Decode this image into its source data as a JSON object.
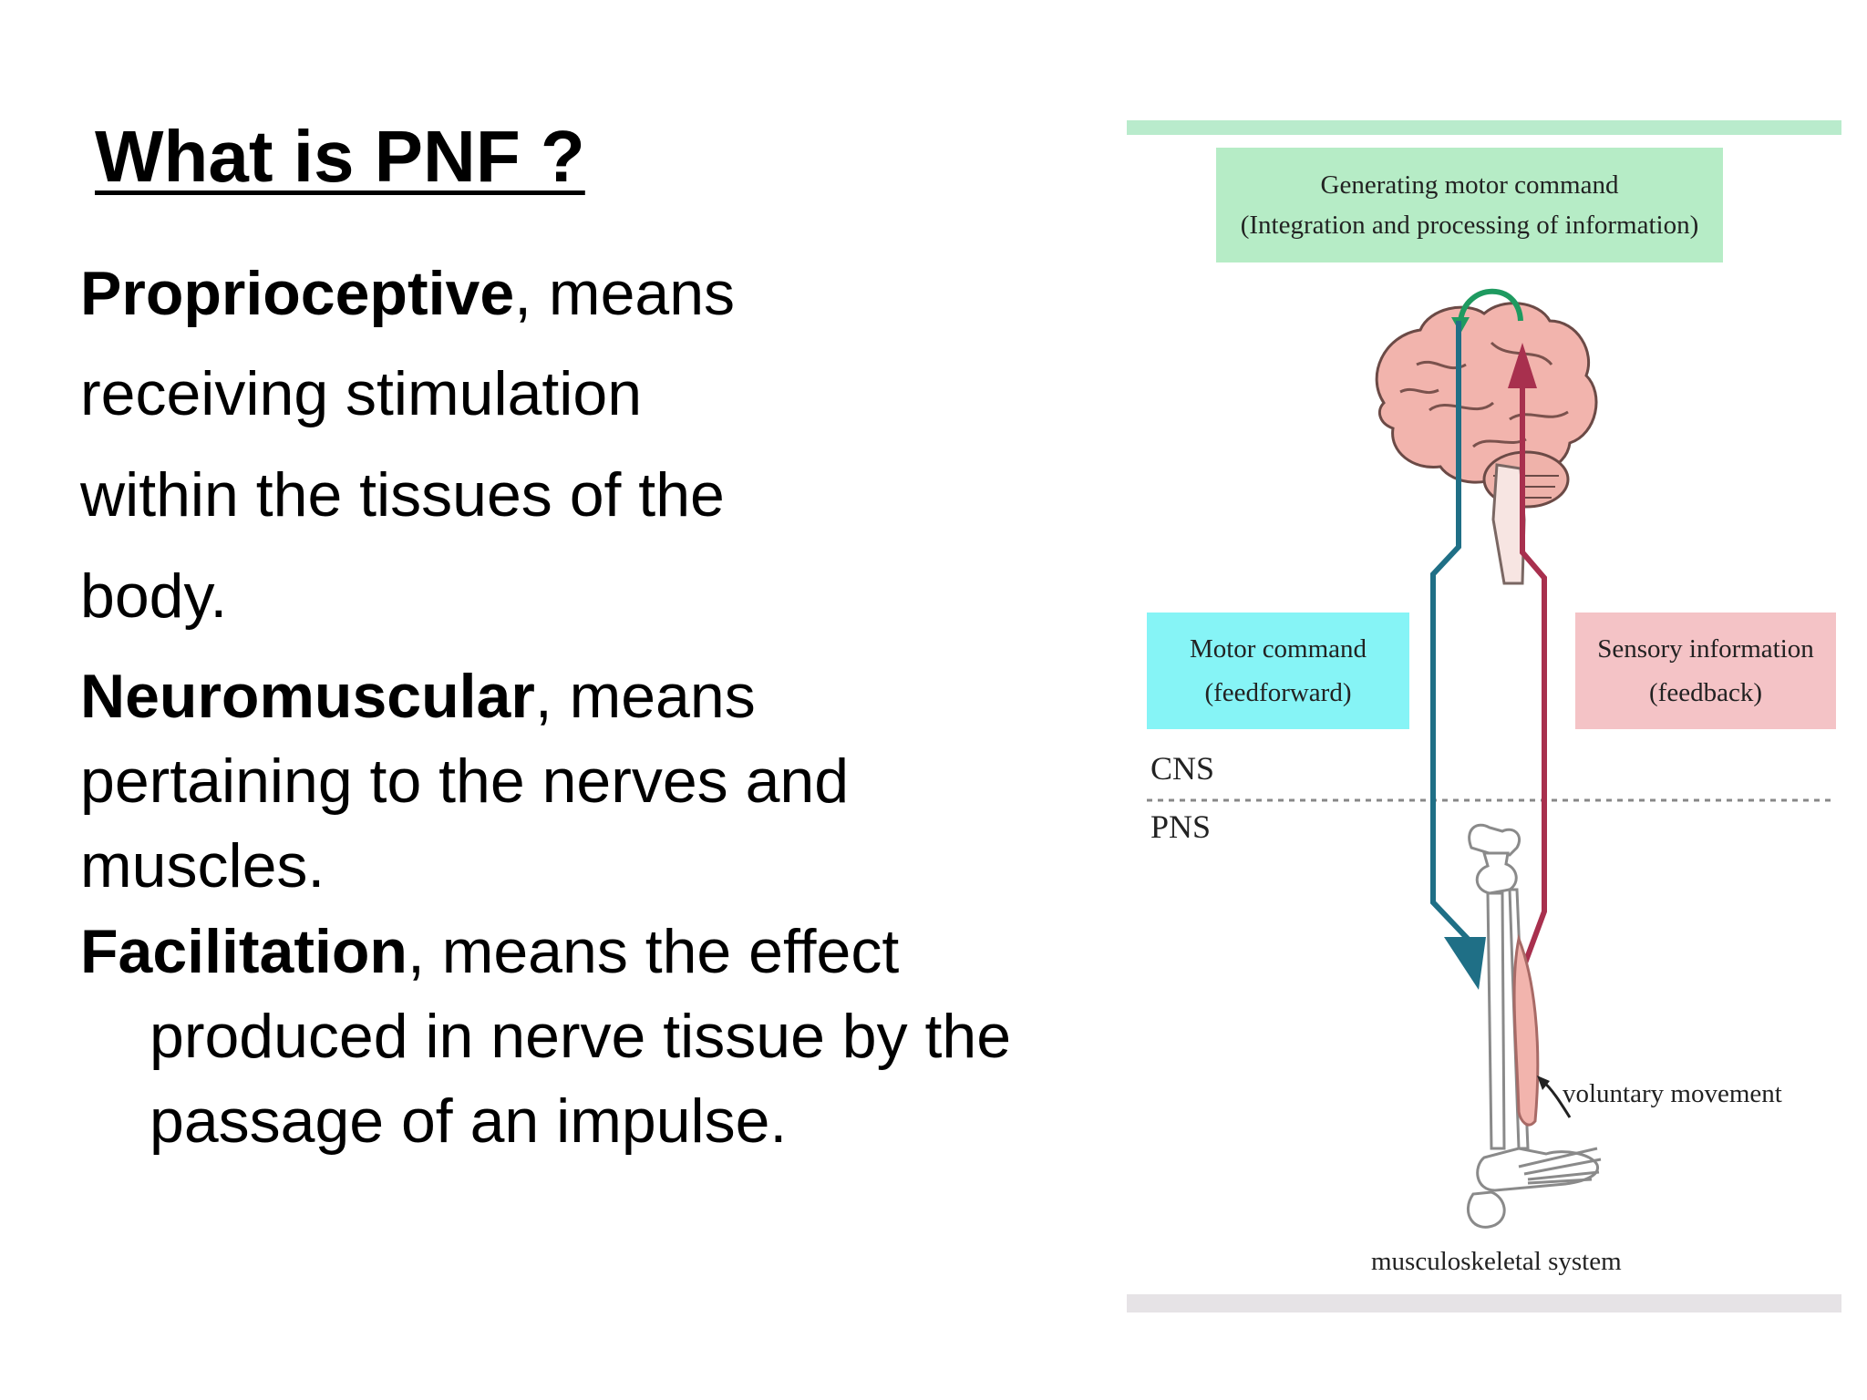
{
  "slide": {
    "title": "What is PNF ?",
    "definitions": [
      {
        "term": "Proprioceptive",
        "rest_first_line": ", means",
        "lines": [
          "receiving stimulation",
          "within the tissues of the",
          "body."
        ]
      },
      {
        "term": "Neuromuscular",
        "rest_first_line": ", means",
        "lines": [
          "pertaining to the nerves and",
          "muscles."
        ]
      },
      {
        "term": "Facilitation",
        "rest_first_line": ", means the effect",
        "lines": [
          "produced in nerve tissue by the",
          "passage of an impulse."
        ]
      }
    ]
  },
  "diagram": {
    "top_box": {
      "line1": "Generating motor command",
      "line2": "(Integration and processing of information)"
    },
    "motor_box": {
      "line1": "Motor command",
      "line2": "(feedforward)"
    },
    "sensory_box": {
      "line1": "Sensory information",
      "line2": "(feedback)"
    },
    "cns_label": "CNS",
    "pns_label": "PNS",
    "voluntary_label": "voluntary movement",
    "musculoskeletal_label": "musculoskeletal system",
    "colors": {
      "top_bar": "#b9ebcc",
      "top_box": "#b6ecc6",
      "motor_box": "#86f4f6",
      "sensory_box": "#f4c3c6",
      "motor_arrow": "#1f6f86",
      "sensory_arrow": "#a8304e",
      "green_arrow": "#1e9a60",
      "brain": "#f2b4ad",
      "bottom_bar": "#e6e3e6"
    }
  }
}
